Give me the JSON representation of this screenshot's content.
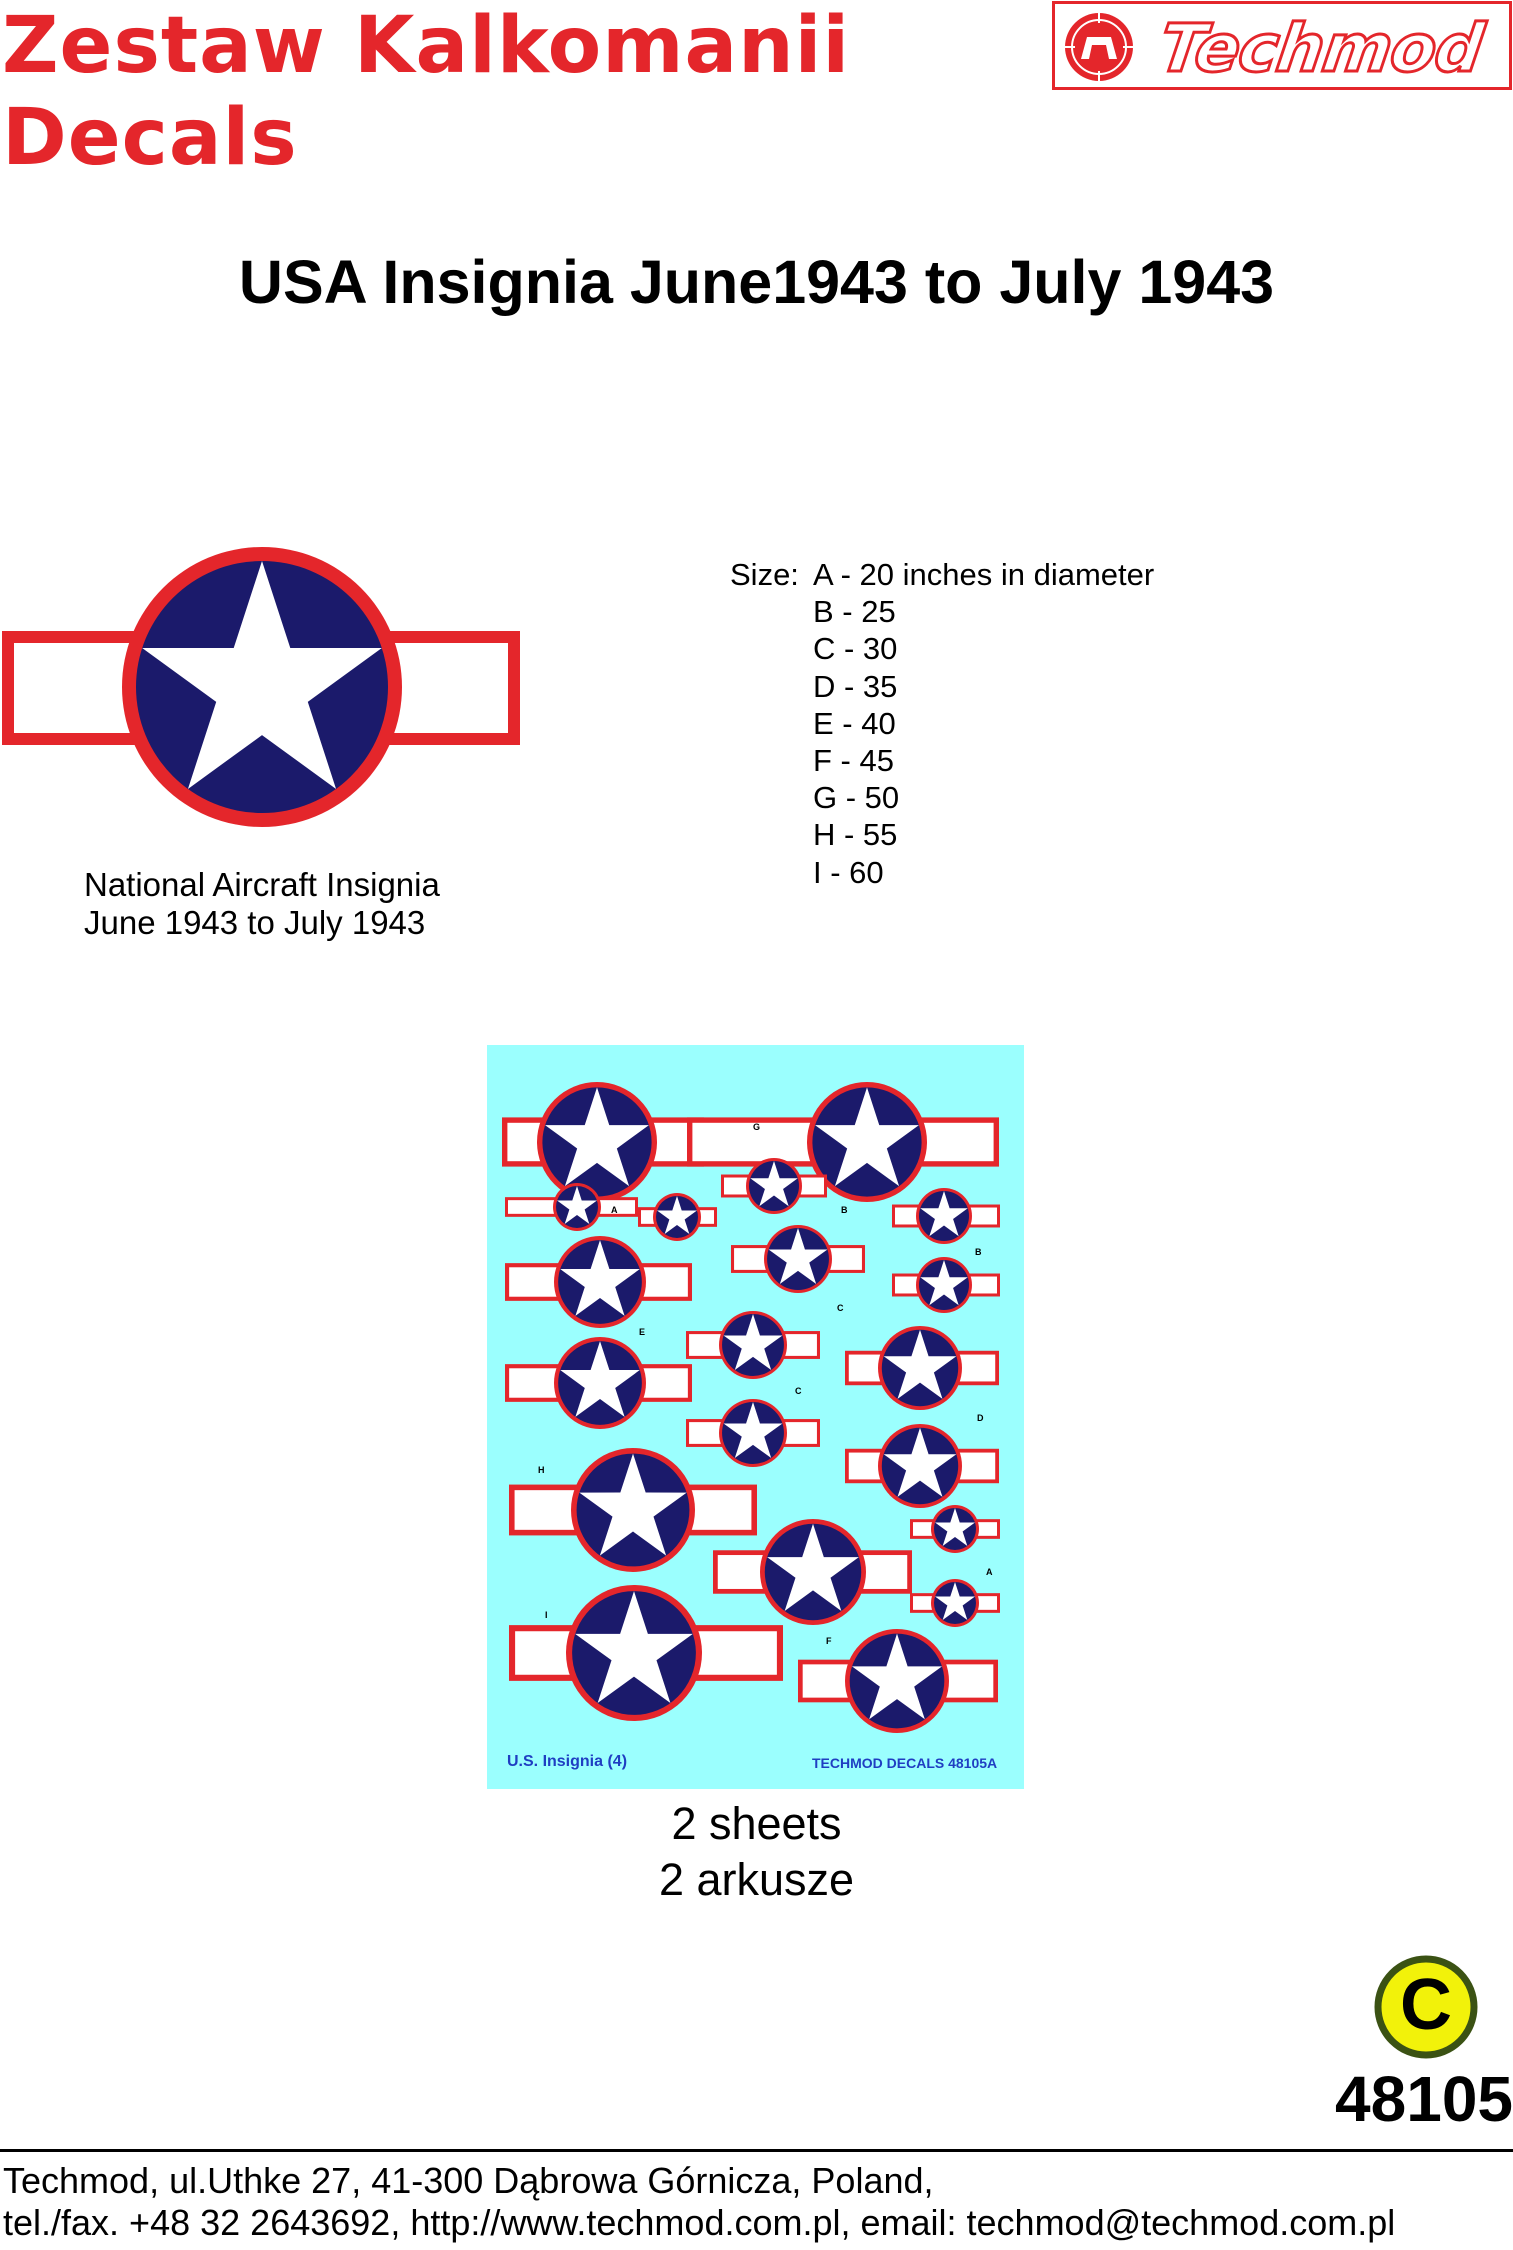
{
  "header": {
    "title_line1": "Zestaw Kalkomanii",
    "title_line2": "Decals",
    "logo_text": "Techmod"
  },
  "heading": "USA Insignia June1943 to July 1943",
  "insignia_caption": {
    "line1": "National Aircraft Insignia",
    "line2": "June 1943 to July 1943"
  },
  "sizes": {
    "lead": "Size:",
    "rows": [
      "A - 20 inches in diameter",
      "B - 25",
      "C - 30",
      "D - 35",
      "E - 40",
      "F - 45",
      "G - 50",
      "H -  55",
      "I   - 60"
    ]
  },
  "decal_sheet": {
    "left_label": "U.S. Insignia (4)",
    "right_label": "TECHMOD DECALS 48105A",
    "letters": [
      "G",
      "A",
      "B",
      "B",
      "C",
      "E",
      "C",
      "D",
      "H",
      "A",
      "I",
      "F"
    ]
  },
  "sheets": {
    "line1": "2 sheets",
    "line2": "2 arkusze"
  },
  "copyright_symbol": "C",
  "catalog_number": "48105",
  "footer": {
    "address": "Techmod, ul.Uthke 27, 41-300 Dąbrowa Górnicza, Poland,",
    "contact": "tel./fax. +48 32 2643692, http://www.techmod.com.pl, email: techmod@techmod.com.pl"
  },
  "colors": {
    "red": "#e4262b",
    "navy": "#1b1a6b",
    "cyan": "#9bfffe",
    "yellow": "#f2f20a",
    "olive": "#3b5214"
  }
}
